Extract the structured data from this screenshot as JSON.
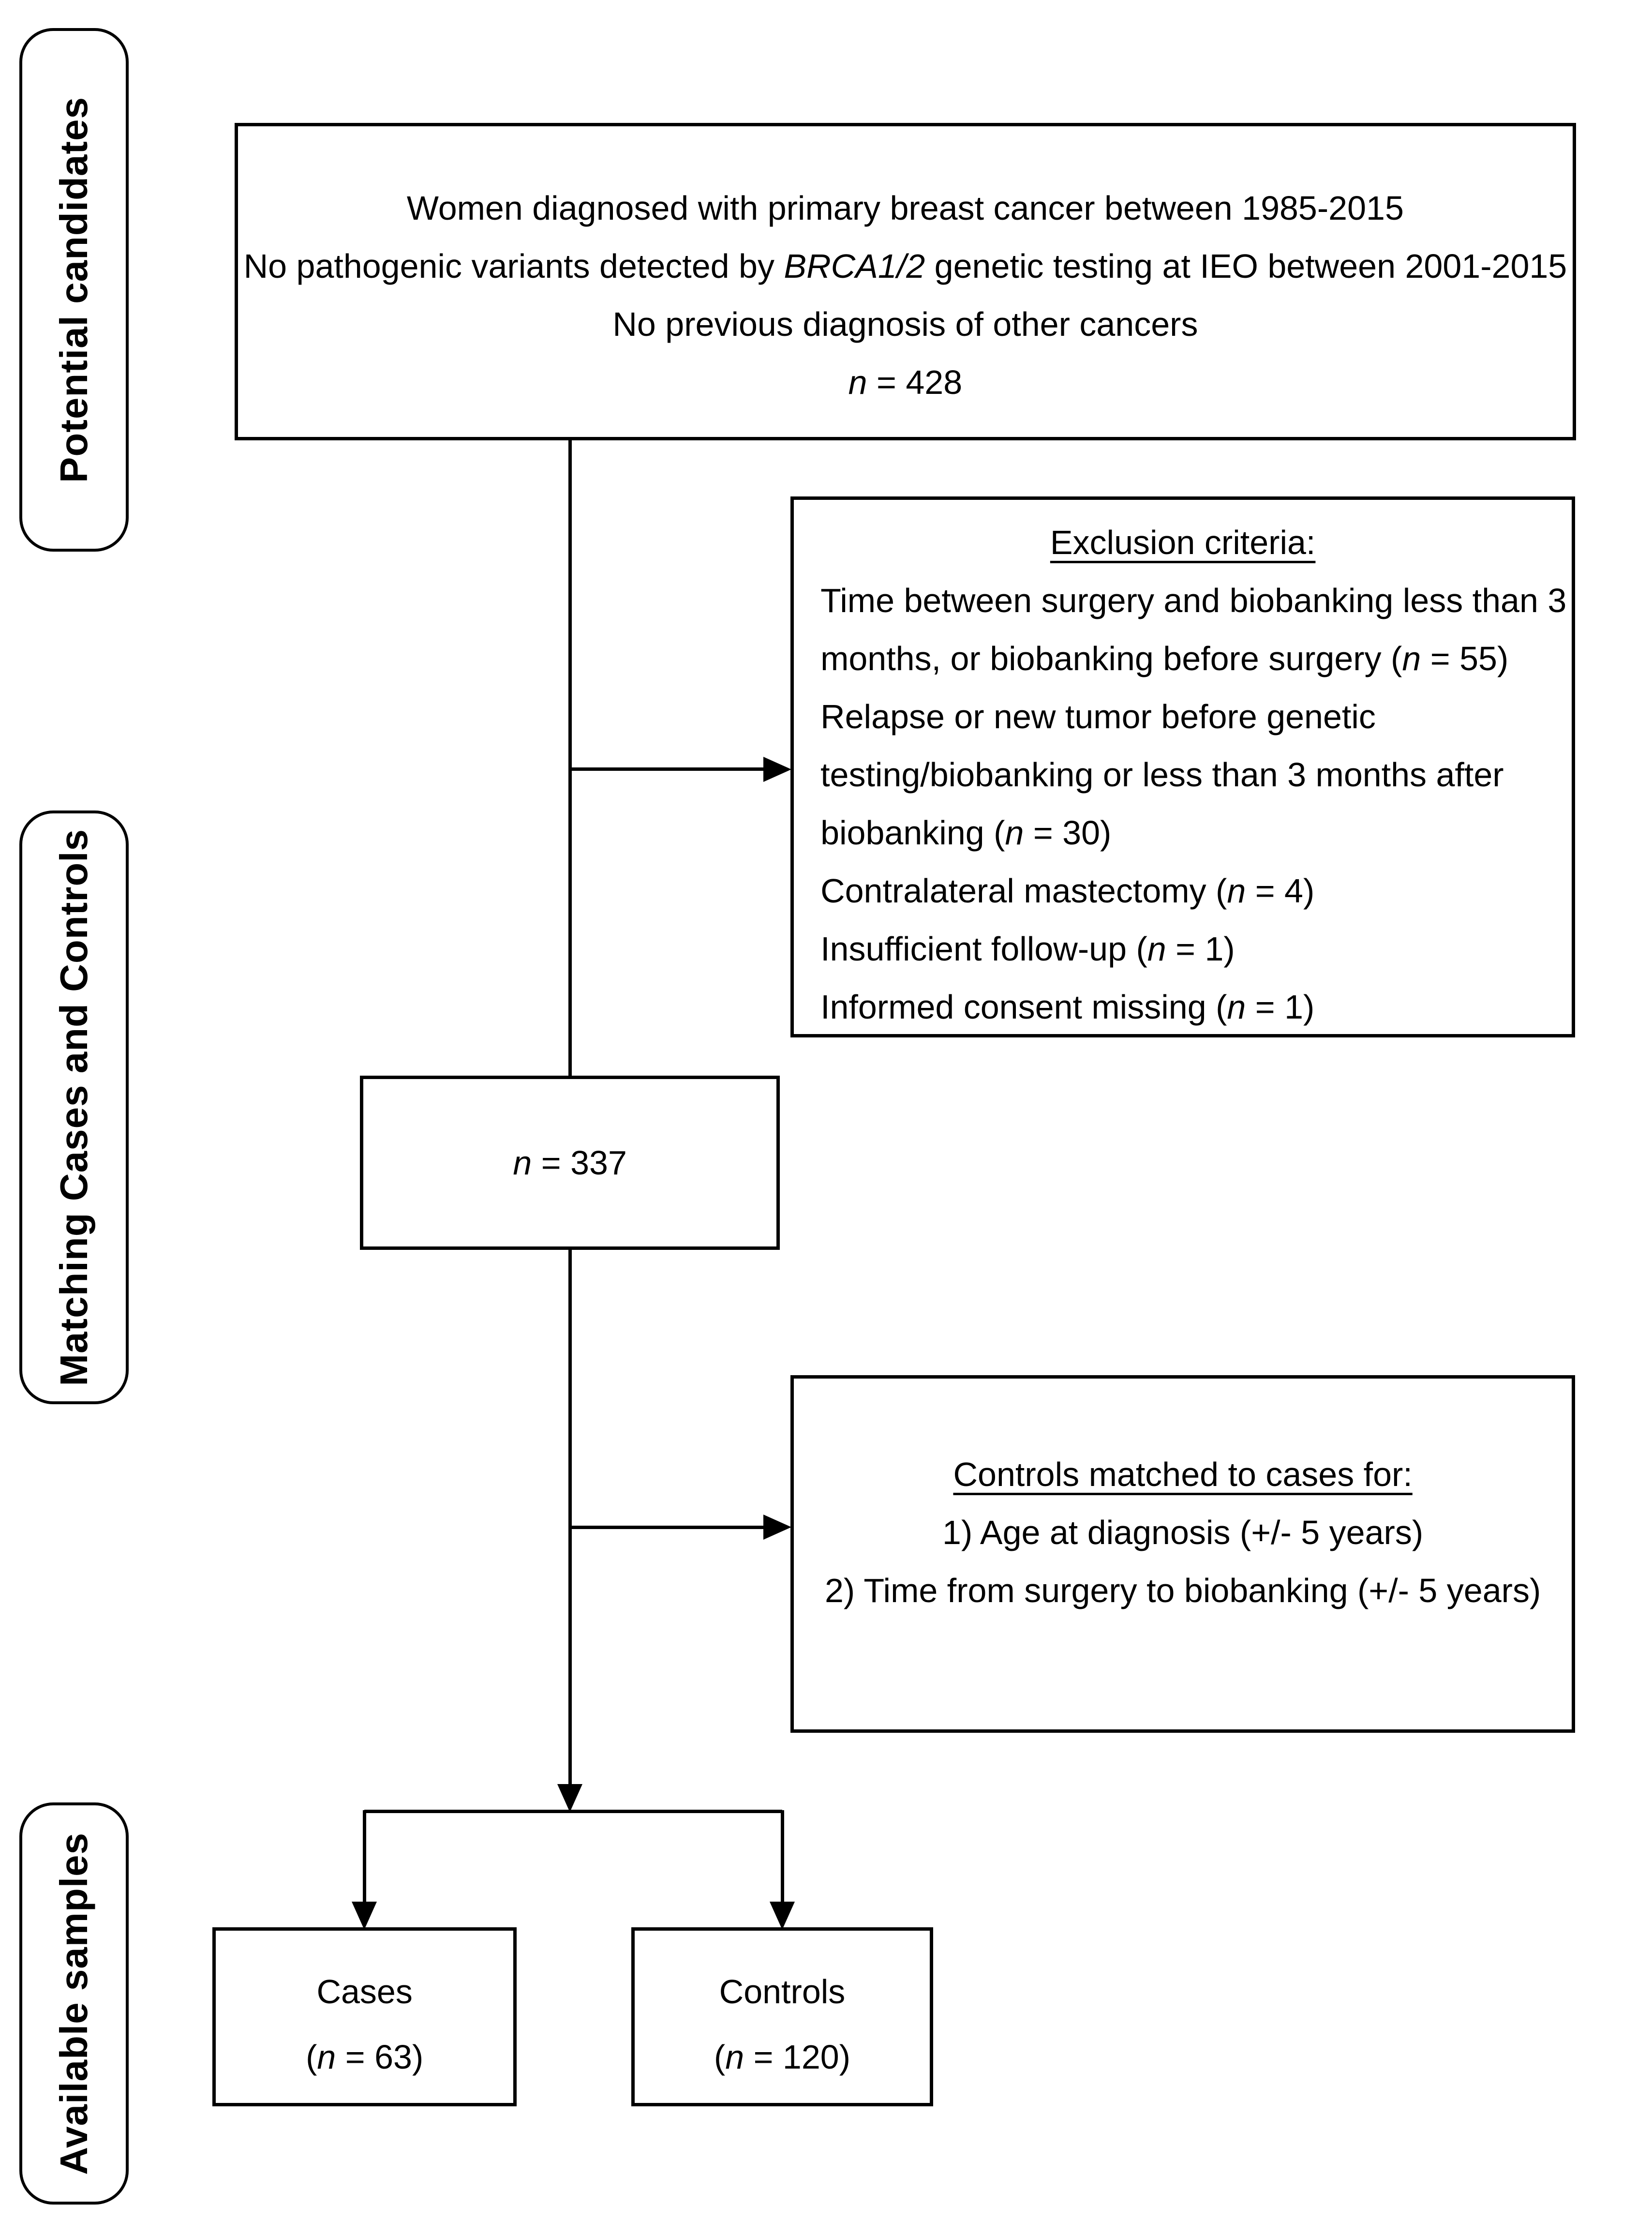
{
  "figure": {
    "background_color": "#ffffff",
    "line_color": "#000000"
  },
  "stage_labels": {
    "potential": "Potential candidates",
    "matching": "Matching Cases and Controls",
    "available": "Available samples"
  },
  "eligibility_box": {
    "lines": [
      [
        {
          "t": "Women diagnosed with primary breast cancer between 1985-2015"
        }
      ],
      [
        {
          "t": "No pathogenic variants detected by "
        },
        {
          "t": "BRCA1/2",
          "i": true
        },
        {
          "t": " genetic testing at IEO between 2001-2015"
        }
      ],
      [
        {
          "t": "No previous diagnosis of other cancers"
        }
      ],
      [
        {
          "t": "n",
          "i": true
        },
        {
          "t": " = 428"
        }
      ]
    ]
  },
  "exclusion_box": {
    "title": "Exclusion criteria:",
    "lines": [
      [
        {
          "t": "Time between surgery and biobanking less than 3"
        }
      ],
      [
        {
          "t": "months, or biobanking before surgery ("
        },
        {
          "t": "n",
          "i": true
        },
        {
          "t": " = 55)"
        }
      ],
      [
        {
          "t": "Relapse or new tumor before genetic"
        }
      ],
      [
        {
          "t": "testing/biobanking or less than 3 months after"
        }
      ],
      [
        {
          "t": "biobanking ("
        },
        {
          "t": "n",
          "i": true
        },
        {
          "t": " = 30)"
        }
      ],
      [
        {
          "t": "Contralateral mastectomy ("
        },
        {
          "t": "n",
          "i": true
        },
        {
          "t": " = 4)"
        }
      ],
      [
        {
          "t": "Insufficient follow-up ("
        },
        {
          "t": "n",
          "i": true
        },
        {
          "t": " = 1)"
        }
      ],
      [
        {
          "t": "Informed consent missing ("
        },
        {
          "t": "n",
          "i": true
        },
        {
          "t": " = 1)"
        }
      ]
    ]
  },
  "n337_box": {
    "lines": [
      [
        {
          "t": "n",
          "i": true
        },
        {
          "t": " = 337"
        }
      ]
    ]
  },
  "matching_box": {
    "title": "Controls matched to cases for:",
    "lines": [
      [
        {
          "t": "1) Age at diagnosis (+/- 5 years)"
        }
      ],
      [
        {
          "t": "2) Time from surgery to biobanking (+/- 5 years)"
        }
      ]
    ]
  },
  "cases_box": {
    "lines": [
      [
        {
          "t": "Cases"
        }
      ],
      [
        {
          "t": "("
        },
        {
          "t": "n",
          "i": true
        },
        {
          "t": " = 63)"
        }
      ]
    ]
  },
  "controls_box": {
    "lines": [
      [
        {
          "t": "Controls"
        }
      ],
      [
        {
          "t": "("
        },
        {
          "t": "n",
          "i": true
        },
        {
          "t": " = 120)"
        }
      ]
    ]
  }
}
